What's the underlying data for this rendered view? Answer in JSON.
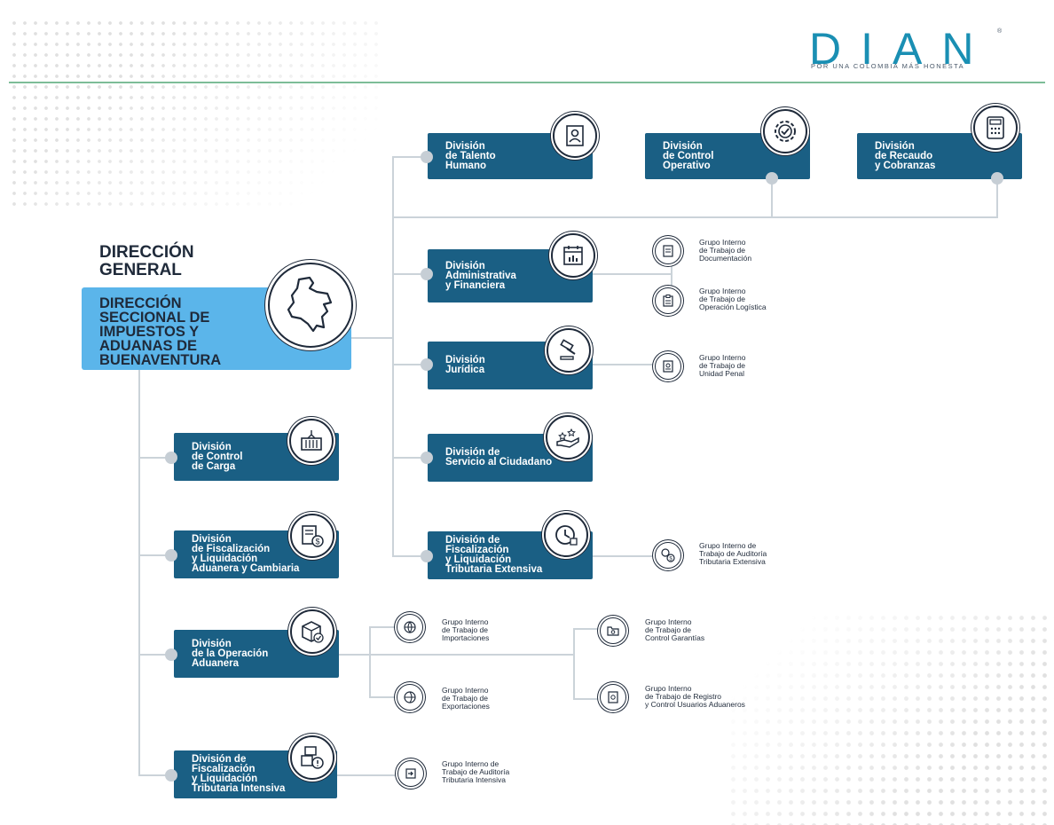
{
  "brand": {
    "logo": "DIAN",
    "registered": "®",
    "tagline": "POR UNA COLOMBIA MÁS HONESTA"
  },
  "title": "DIRECCIÓN\nGENERAL",
  "main": "DIRECCIÓN\nSECCIONAL DE\nIMPUESTOS Y\nADUANAS DE\nBUENAVENTURA",
  "divisions": {
    "talento": "División\nde Talento\nHumano",
    "control_operativo": "División\nde Control\nOperativo",
    "recaudo": "División\nde Recaudo\ny Cobranzas",
    "administrativa": "División\nAdministrativa\ny Financiera",
    "juridica": "División\nJurídica",
    "servicio": "División de\nServicio al Ciudadano",
    "fiscalizacion_extensiva": "División de\nFiscalización\ny Liquidación\nTributaria Extensiva",
    "control_carga": "División\nde Control\nde Carga",
    "fiscalizacion_aduanera": "División\nde Fiscalización\ny Liquidación\nAduanera y Cambiaria",
    "operacion_aduanera": "División\nde la Operación\nAduanera",
    "fiscalizacion_intensiva": "División de\nFiscalización\ny Liquidación\nTributaria Intensiva"
  },
  "groups": {
    "documentacion": "Grupo Interno\nde Trabajo de\nDocumentación",
    "logistica": "Grupo Interno\nde Trabajo de\nOperación Logística",
    "penal": "Grupo Interno\nde Trabajo de\nUnidad Penal",
    "auditoria_extensiva": "Grupo Interno de\nTrabajo de Auditoría\nTributaria Extensiva",
    "importaciones": "Grupo Interno\nde Trabajo de\nImportaciones",
    "exportaciones": "Grupo Interno\nde Trabajo de\nExportaciones",
    "garantias": "Grupo Interno\nde Trabajo de\nControl Garantías",
    "registro": "Grupo Interno\nde Trabajo de Registro\ny Control Usuarios Aduaneros",
    "auditoria_intensiva": "Grupo Interno de\nTrabajo de Auditoría\nTributaria Intensiva"
  },
  "colors": {
    "division_box": "#1a5f84",
    "main_box": "#5bb5ea",
    "logo": "#1a8fb3",
    "rule": "#7dbd98"
  }
}
